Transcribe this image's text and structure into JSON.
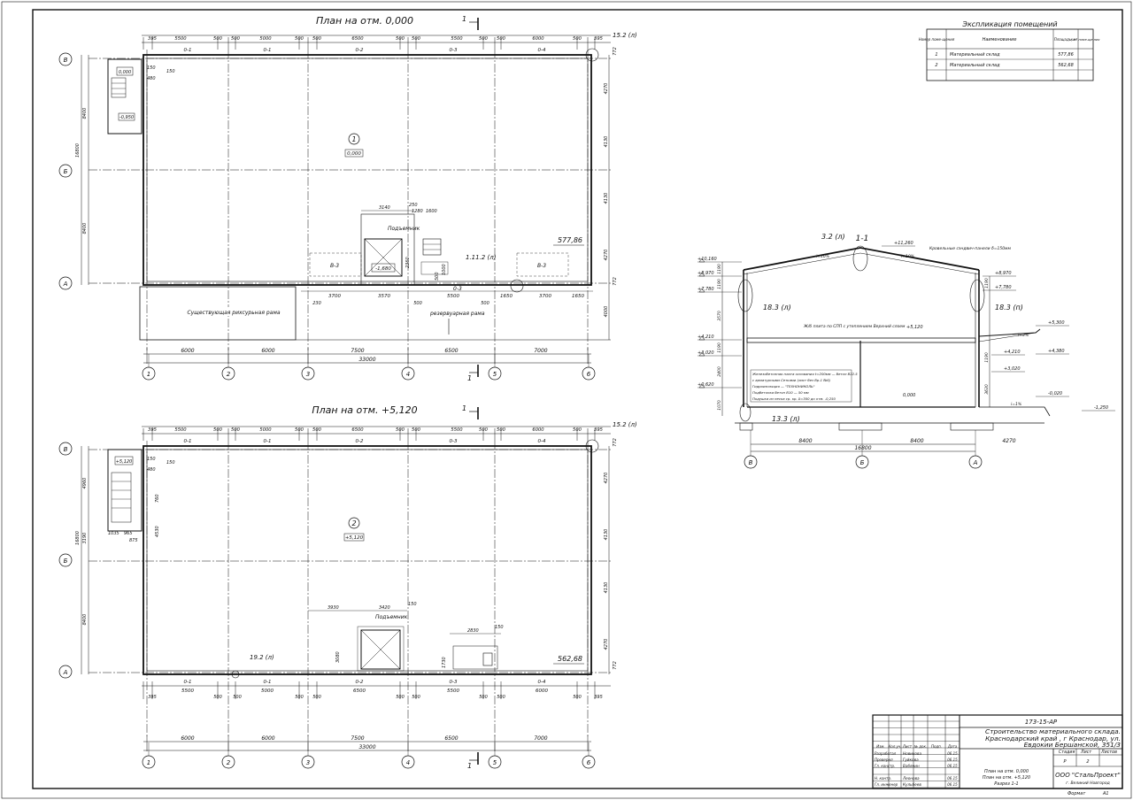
{
  "plan1": {
    "title": "План на отм. 0,000",
    "top_dims": [
      "395",
      "5500",
      "500",
      "500",
      "5000",
      "500",
      "500",
      "6500",
      "500",
      "500",
      "5500",
      "500",
      "500",
      "6000",
      "500",
      "395"
    ],
    "beam_labels": [
      "0-1",
      "0-1",
      "0-2",
      "0-3",
      "0-4"
    ],
    "bottom_dims": [
      "3700",
      "3570",
      "5500",
      "1650",
      "3700",
      "1650"
    ],
    "bottom_small": [
      "230",
      "500",
      "500"
    ],
    "grid_dims": [
      "6000",
      "6000",
      "7500",
      "6500",
      "7000"
    ],
    "total_dim": "33000",
    "axes_x": [
      "1",
      "2",
      "3",
      "4",
      "5",
      "6"
    ],
    "axes_y": [
      "В",
      "Б",
      "А"
    ],
    "left_dims": [
      "8400",
      "8400"
    ],
    "left_total": "16800",
    "right_dims": [
      "4270",
      "4130",
      "4130",
      "4270",
      "4000"
    ],
    "room_no": "1",
    "room_level": "0,000",
    "room_area": "577,86",
    "stair_level_top": "0,000",
    "stair_level_low": "-0,950",
    "pit_label": "Подъемник",
    "pit_level": "-1,680",
    "pit_dims": [
      "3140",
      "250",
      "1280",
      "1600",
      "2360",
      "500",
      "1000"
    ],
    "v3_label": "В-3",
    "existing": "Существующая рихсурьная рама",
    "reserve": "резервуарная рама",
    "node_top": "15.2 (л)",
    "node_mid": "1.11.2 (л)",
    "side_dims": [
      "150",
      "480",
      "150"
    ],
    "beam_bottom": "0-3",
    "cut": "1"
  },
  "plan2": {
    "title": "План на отм. +5,120",
    "top_dims": [
      "395",
      "5500",
      "500",
      "500",
      "5000",
      "500",
      "500",
      "6500",
      "500",
      "500",
      "5500",
      "500",
      "500",
      "6000",
      "500",
      "395"
    ],
    "beam_labels": [
      "0-1",
      "0-1",
      "0-2",
      "0-3",
      "0-4"
    ],
    "bottom_beams": [
      "0-1",
      "0-1",
      "0-2",
      "0-3",
      "0-4"
    ],
    "bottom_dims": [
      "5500",
      "5000",
      "6500",
      "5500",
      "6000"
    ],
    "bottom_small": [
      "395",
      "500",
      "500",
      "500",
      "500",
      "500",
      "500",
      "500",
      "500",
      "500",
      "395"
    ],
    "grid_dims": [
      "6000",
      "6000",
      "7500",
      "6500",
      "7000"
    ],
    "total_dim": "33000",
    "axes_x": [
      "1",
      "2",
      "3",
      "4",
      "5",
      "6"
    ],
    "axes_y": [
      "В",
      "Б",
      "А"
    ],
    "left_dims": [
      "4960",
      "3190",
      "8400"
    ],
    "left_total": "16800",
    "right_dims": [
      "4270",
      "4130",
      "4130",
      "4270"
    ],
    "room_no": "2",
    "room_level": "+5,120",
    "room_area": "562,68",
    "stair_level": "+5,120",
    "stair_dims": [
      "1035",
      "965",
      "875",
      "760",
      "4530"
    ],
    "lift_label": "Подъемник",
    "lift_dims": [
      "3930",
      "3420",
      "150",
      "3080",
      "2830",
      "150",
      "1730"
    ],
    "node_top": "15.2 (л)",
    "node_low": "19.2 (л)",
    "side_dims": [
      "150",
      "480",
      "150"
    ],
    "cut": "1"
  },
  "section": {
    "title": "1-1",
    "node_top": "3.2 (л)",
    "node_left": "18.3 (л)",
    "node_right": "18.3 (п)",
    "node_base": "13.3 (л)",
    "roof_note": "Кровельные сэндвич-панели δ=150мм",
    "slab_top": "Ж/б плита по СПП с утеплением Верхний слоем",
    "floor_note": [
      "Железобетонная плита основания t=200мм — бетон В22.5",
      "с арматурными Сетками (лист без Вр-1 №6)",
      "Гидроизоляция — \"ТЕХНОНИКОЛЬ\"",
      "Подбетонка бетон В10 — 50 мм",
      "Подушка из песка ср. кр. δ=300 до отм. -0,250"
    ],
    "left_levels": [
      "+10,160",
      "+8,970",
      "+7,780",
      "+4,210",
      "+3,020",
      "+0,620"
    ],
    "left_dims": [
      "1190",
      "1190",
      "3570",
      "1190",
      "2400",
      "1070"
    ],
    "right_levels": [
      "+11,260",
      "+8,970",
      "+7,780",
      "+5,300",
      "+4,380",
      "+4,210",
      "+3,020",
      "-0,020",
      "-1,250"
    ],
    "right_dims": [
      "1190",
      "1190",
      "3630"
    ],
    "mid_level": "+5,120",
    "floor_level": "0,000",
    "slopes": [
      "i=10%",
      "i=10%",
      "i=3%",
      "i=1%"
    ],
    "bottom_dims": [
      "8400",
      "8400",
      "4270"
    ],
    "total": "16800",
    "axes": [
      "В",
      "Б",
      "А"
    ]
  },
  "explication": {
    "title": "Экспликация помещений",
    "headers": [
      "Номер поме-щения",
      "Наименование",
      "Площадь, м²",
      "Кат. поме-ще-ния"
    ],
    "rows": [
      {
        "no": "1",
        "name": "Материальный склад",
        "area": "577,86",
        "cat": ""
      },
      {
        "no": "2",
        "name": "Материальный склад",
        "area": "562,68",
        "cat": ""
      }
    ]
  },
  "stamp": {
    "code": "173-15-АР",
    "project": "Строительство материального склада. Краснодарский край , г Краснодар, ул. Евдокии Бершанской, 351/3",
    "cols": [
      "Изм.",
      "Кол.уч.",
      "Лист",
      "№ док.",
      "Подп.",
      "Дата"
    ],
    "people": [
      {
        "role": "Разработал",
        "name": "Новикова",
        "date": "06.15"
      },
      {
        "role": "Проверил",
        "name": "Гуйкова",
        "date": "06.15"
      },
      {
        "role": "Гл. констр.",
        "name": "Вабянин",
        "date": "06.15"
      },
      {
        "role": "Н. контр.",
        "name": "Леонова",
        "date": "06.15"
      },
      {
        "role": "Гл. инженер",
        "name": "Кульбеев",
        "date": "06.15"
      }
    ],
    "stage_headers": [
      "Стадия",
      "Лист",
      "Листов"
    ],
    "stage_values": [
      "Р",
      "2",
      ""
    ],
    "sheet_title": [
      "План на отм. 0,000",
      "План на отм. +5,120",
      "Разрез 1-1"
    ],
    "company": "ООО \"СтальПроект\"",
    "city": "г. Великий Новгород",
    "format_label": "Формат",
    "format": "А1"
  }
}
